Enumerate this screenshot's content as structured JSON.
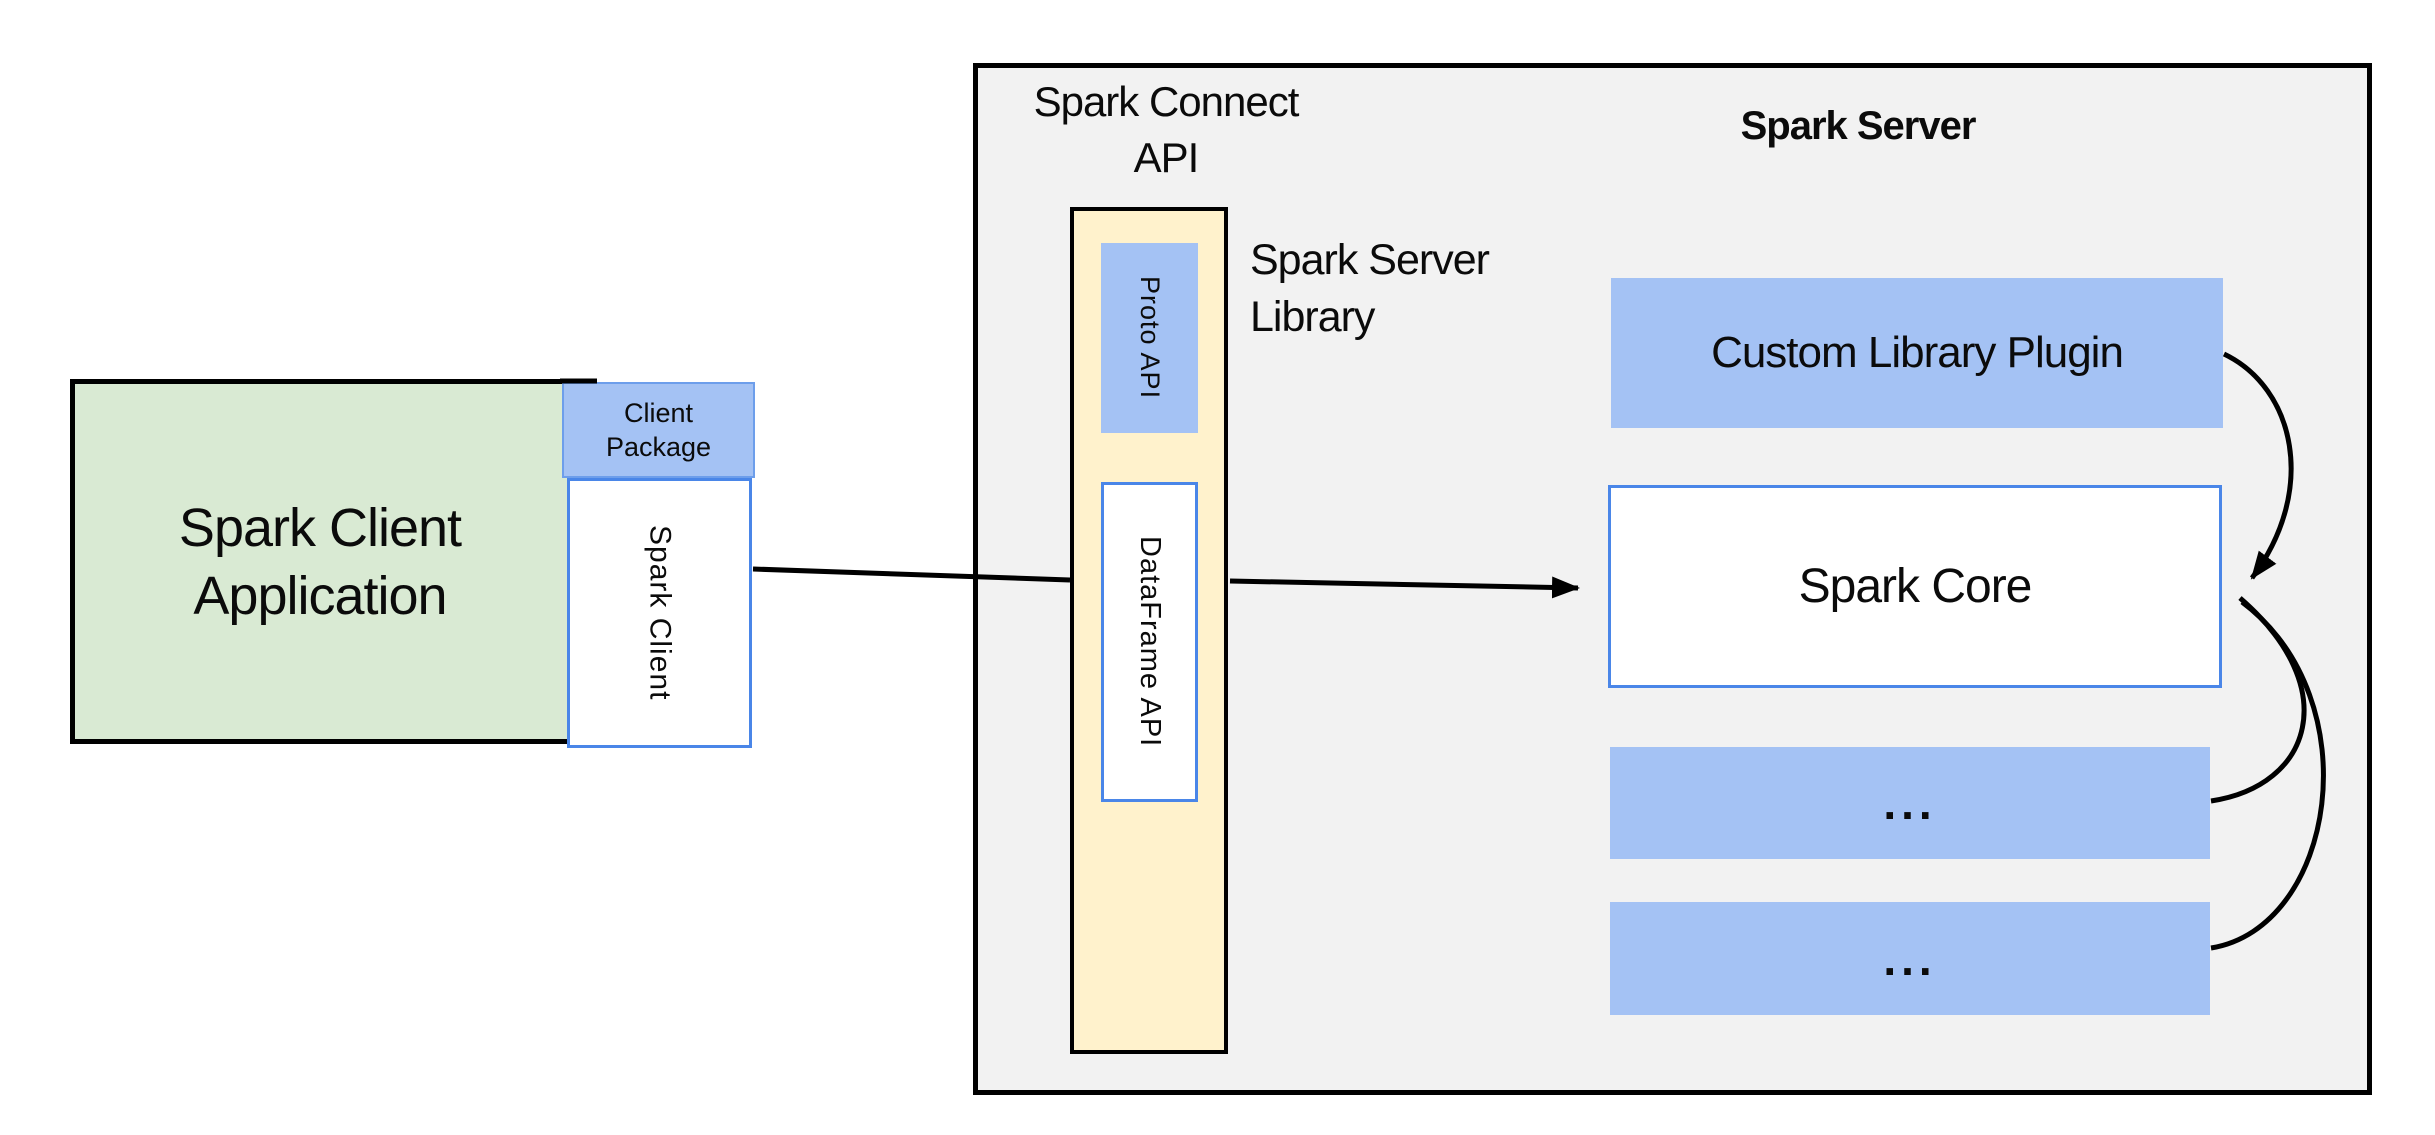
{
  "diagram": {
    "client_app": {
      "line1": "Spark Client",
      "line2": "Application"
    },
    "client_package": {
      "line1": "Client",
      "line2": "Package"
    },
    "spark_client": {
      "label": "Spark Client"
    },
    "connect_api_label": {
      "line1": "Spark Connect",
      "line2": "API"
    },
    "server_title": "Spark Server",
    "server_library_label": {
      "line1": "Spark Server",
      "line2": "Library"
    },
    "proto_api": "Proto API",
    "dataframe_api": "DataFrame API",
    "custom_plugin": "Custom Library Plugin",
    "spark_core": "Spark Core",
    "plugin_slot_1": "...",
    "plugin_slot_2": "...",
    "colors": {
      "blue_fill": "#a4c2f4",
      "blue_border": "#4a86e8",
      "green_fill": "#d9ead3",
      "yellow_fill": "#fff2cc",
      "gray_fill": "#f2f2f2",
      "line": "#000000",
      "background": "#ffffff"
    }
  }
}
